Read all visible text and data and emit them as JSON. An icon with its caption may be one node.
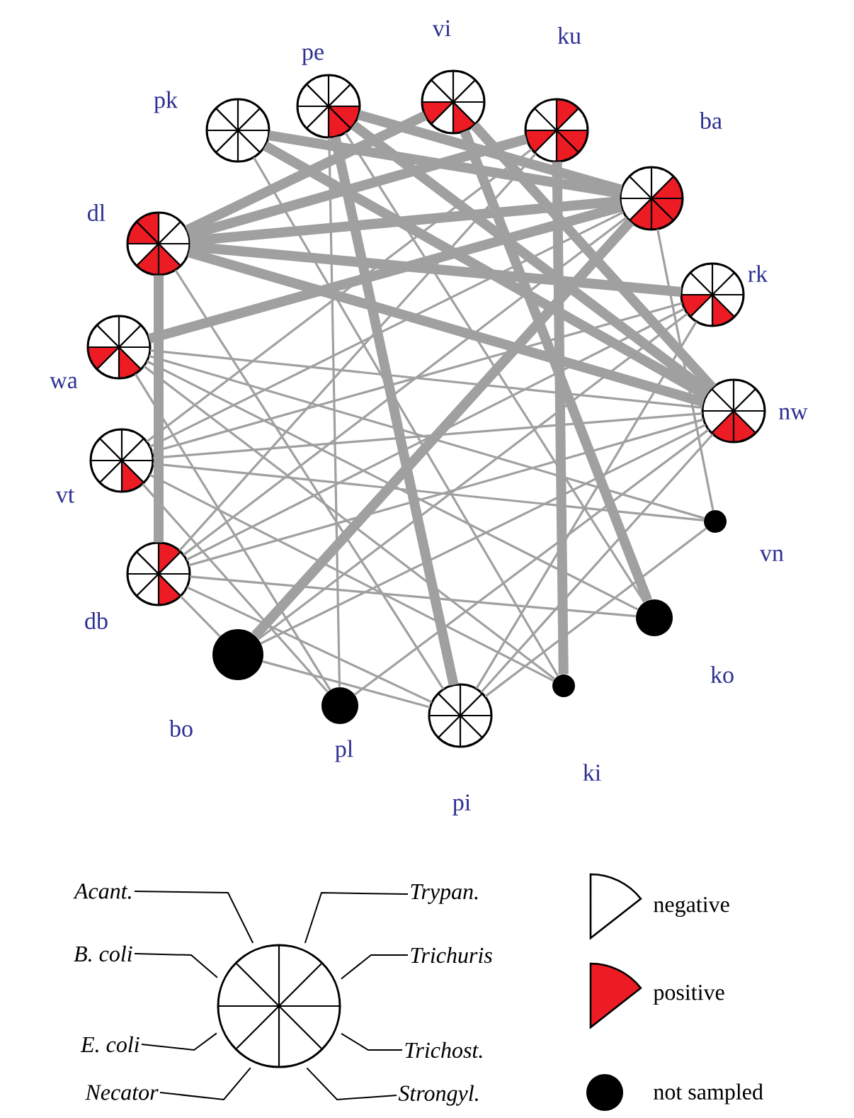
{
  "diagram": {
    "nodes": [
      {
        "text": [
          "pk"
        ]
      },
      {
        "text": [
          "pe"
        ]
      },
      {
        "text": [
          "vi"
        ]
      },
      {
        "text": [
          "ku"
        ]
      },
      {
        "text": [
          "ba"
        ]
      },
      {
        "text": [
          "rk"
        ]
      },
      {
        "text": [
          "nw"
        ]
      },
      {
        "text": [
          "vn"
        ]
      },
      {
        "text": [
          "ko"
        ]
      },
      {
        "text": [
          "ki"
        ]
      },
      {
        "text": [
          "pi"
        ]
      },
      {
        "text": [
          "pl"
        ]
      },
      {
        "text": [
          "bo"
        ]
      },
      {
        "text": [
          "db"
        ]
      },
      {
        "text": [
          "vt"
        ]
      },
      {
        "text": [
          "wa"
        ]
      },
      {
        "text": [
          "dl"
        ]
      },
      {
        "text": [],
        "shape": "circle"
      },
      {
        "text": [
          "Acant."
        ]
      },
      {
        "text": [
          "Trypan."
        ]
      },
      {
        "text": [
          "B. coli"
        ]
      },
      {
        "text": [
          "Trichuris"
        ]
      },
      {
        "text": [
          "E. coli"
        ]
      },
      {
        "text": [
          "Trichost."
        ]
      },
      {
        "text": [
          "Necator"
        ]
      },
      {
        "text": [
          "Strongyl."
        ]
      }
    ],
    "edges": [
      {
        "from": 12,
        "to": 4,
        "arrow": "none",
        "style": "thick"
      },
      {
        "from": 13,
        "to": 16,
        "arrow": "none",
        "style": "thick"
      },
      {
        "from": 10,
        "to": 1,
        "arrow": "none",
        "style": "thick"
      },
      {
        "from": 9,
        "to": 3,
        "arrow": "none",
        "style": "thick"
      },
      {
        "from": 8,
        "to": 2,
        "arrow": "none",
        "style": "thick"
      },
      {
        "from": 16,
        "to": 4,
        "arrow": "none",
        "style": "thick"
      },
      {
        "from": 16,
        "to": 3,
        "arrow": "none",
        "style": "thick"
      },
      {
        "from": 16,
        "to": 6,
        "arrow": "none",
        "style": "thick"
      },
      {
        "from": 1,
        "to": 6,
        "arrow": "none",
        "style": "thick"
      },
      {
        "from": 0,
        "to": 6,
        "arrow": "none",
        "style": "thick"
      },
      {
        "from": 0,
        "to": 4,
        "arrow": "none",
        "style": "thick"
      },
      {
        "from": 2,
        "to": 6,
        "arrow": "none",
        "style": "thick"
      },
      {
        "from": 15,
        "to": 4,
        "arrow": "none",
        "style": "thick"
      },
      {
        "from": 1,
        "to": 4,
        "arrow": "none",
        "style": "thick"
      },
      {
        "from": 16,
        "to": 5,
        "arrow": "none",
        "style": "thick"
      },
      {
        "from": 16,
        "to": 2,
        "arrow": "none",
        "style": "thick"
      },
      {
        "from": 11,
        "to": 1,
        "arrow": "none"
      },
      {
        "from": 12,
        "to": 13,
        "arrow": "none"
      },
      {
        "from": 12,
        "to": 10,
        "arrow": "none"
      },
      {
        "from": 12,
        "to": 5,
        "arrow": "none"
      },
      {
        "from": 11,
        "to": 6,
        "arrow": "none"
      },
      {
        "from": 10,
        "to": 6,
        "arrow": "none"
      },
      {
        "from": 10,
        "to": 5,
        "arrow": "none"
      },
      {
        "from": 10,
        "to": 16,
        "arrow": "none"
      },
      {
        "from": 10,
        "to": 13,
        "arrow": "none"
      },
      {
        "from": 13,
        "to": 6,
        "arrow": "none"
      },
      {
        "from": 13,
        "to": 5,
        "arrow": "none"
      },
      {
        "from": 13,
        "to": 4,
        "arrow": "none"
      },
      {
        "from": 13,
        "to": 3,
        "arrow": "none"
      },
      {
        "from": 14,
        "to": 6,
        "arrow": "none"
      },
      {
        "from": 14,
        "to": 5,
        "arrow": "none"
      },
      {
        "from": 14,
        "to": 4,
        "arrow": "none"
      },
      {
        "from": 14,
        "to": 9,
        "arrow": "none"
      },
      {
        "from": 15,
        "to": 6,
        "arrow": "none"
      },
      {
        "from": 15,
        "to": 8,
        "arrow": "none"
      },
      {
        "from": 15,
        "to": 7,
        "arrow": "none"
      },
      {
        "from": 7,
        "to": 14,
        "arrow": "none"
      },
      {
        "from": 7,
        "to": 4,
        "arrow": "none"
      },
      {
        "from": 8,
        "to": 1,
        "arrow": "none"
      },
      {
        "from": 9,
        "to": 0,
        "arrow": "none"
      },
      {
        "from": 10,
        "to": 7,
        "arrow": "none"
      },
      {
        "from": 11,
        "to": 14,
        "arrow": "none"
      },
      {
        "from": 12,
        "to": 6,
        "arrow": "none"
      },
      {
        "from": 13,
        "to": 8,
        "arrow": "none"
      },
      {
        "from": 14,
        "to": 3,
        "arrow": "none"
      },
      {
        "from": 15,
        "to": 9,
        "arrow": "none"
      },
      {
        "from": 11,
        "to": 15,
        "arrow": "none"
      },
      {
        "from": 18,
        "to": 17,
        "arrow": "none",
        "color": "#000000"
      },
      {
        "from": 19,
        "to": 17,
        "arrow": "none",
        "color": "#000000"
      },
      {
        "from": 20,
        "to": 17,
        "arrow": "none",
        "color": "#000000"
      },
      {
        "from": 21,
        "to": 17,
        "arrow": "none",
        "color": "#000000"
      },
      {
        "from": 22,
        "to": 17,
        "arrow": "none",
        "color": "#000000"
      },
      {
        "from": 23,
        "to": 17,
        "arrow": "none",
        "color": "#000000"
      },
      {
        "from": 24,
        "to": 17,
        "arrow": "none",
        "color": "#000000"
      },
      {
        "from": 25,
        "to": 17,
        "arrow": "none",
        "color": "#000000"
      }
    ],
    "legend": [
      {
        "text": "negative"
      },
      {
        "text": "positive",
        "color": "#ed1c24"
      },
      {
        "text": "not sampled",
        "color": "#000000"
      }
    ]
  }
}
